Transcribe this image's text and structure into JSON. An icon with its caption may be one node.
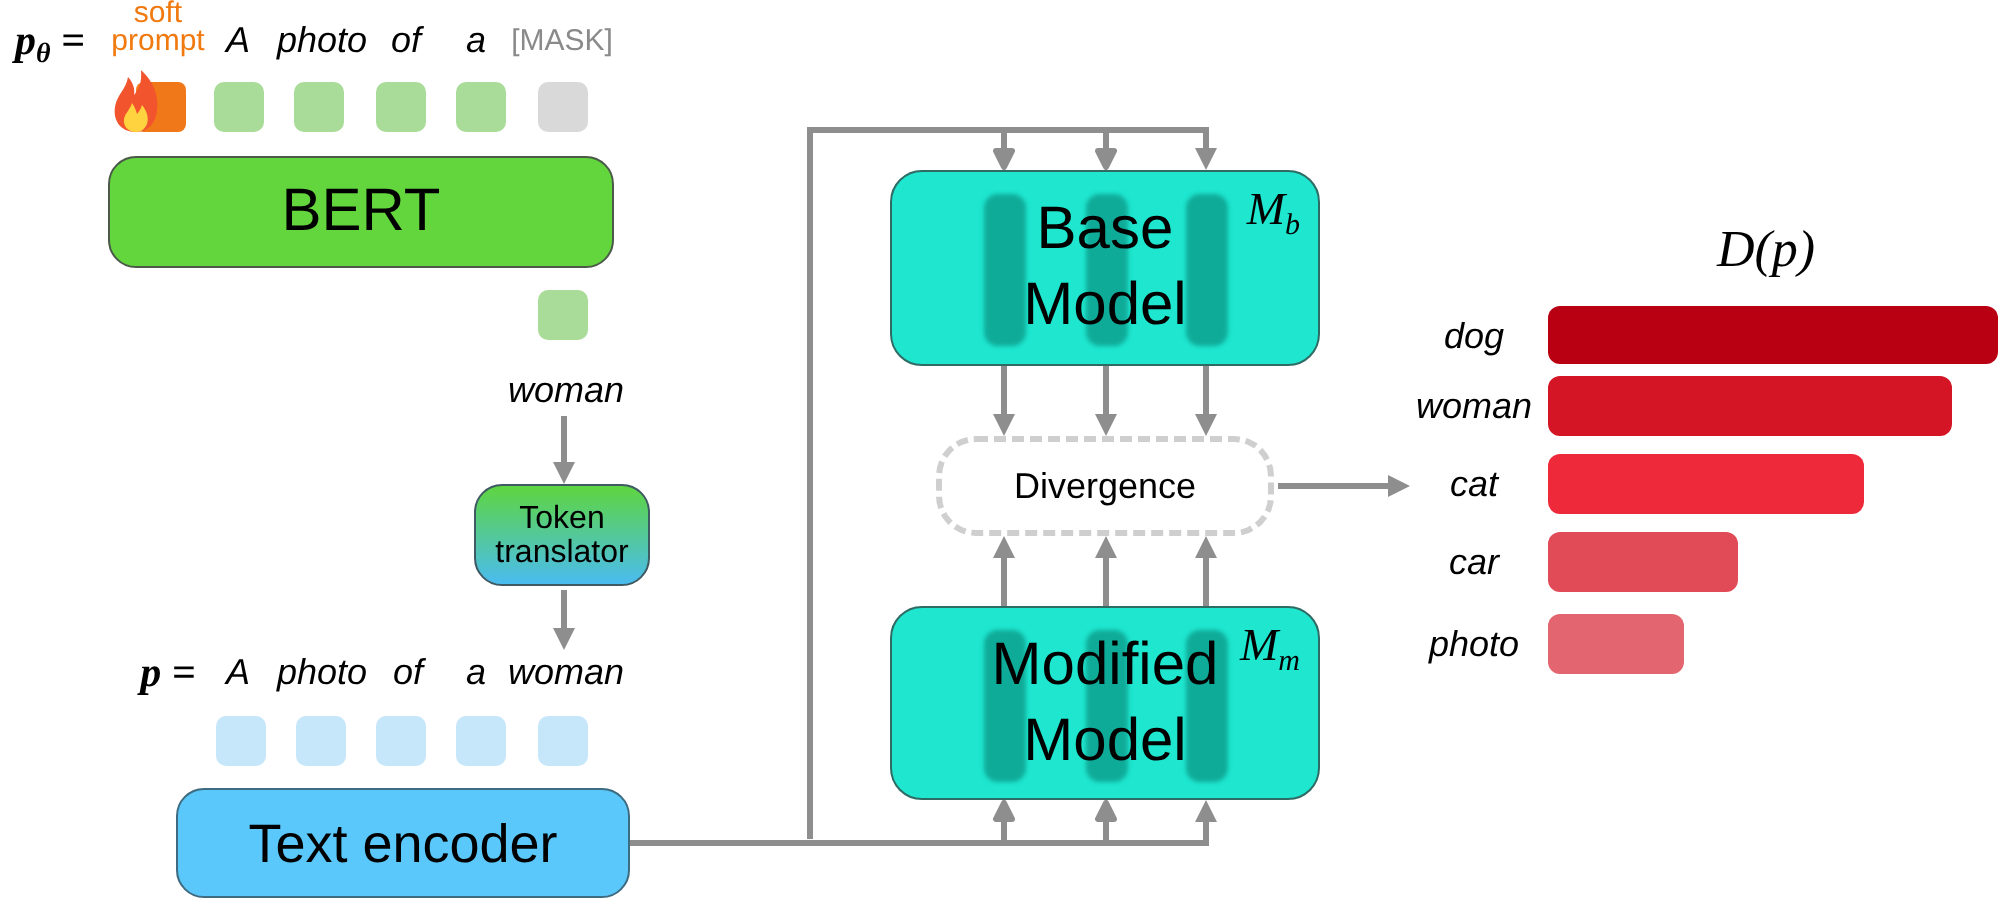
{
  "diagram": {
    "nodes": [
      {
        "text": [
          "BERT"
        ]
      },
      {
        "text": [
          "woman"
        ]
      },
      {
        "text": [
          "Token translator"
        ]
      },
      {
        "text": [
          "woman"
        ]
      },
      {
        "text": [
          "Text encoder"
        ]
      },
      {
        "text": [
          "Base Model",
          "M$_{b}$"
        ]
      },
      {
        "text": [
          "Divergence"
        ]
      },
      {
        "text": [
          "Modified Model",
          "M$_{m}$"
        ]
      }
    ],
    "edges": [
      {
        "from": 1,
        "to": 2,
        "arrow": "to"
      },
      {
        "from": 2,
        "to": 3,
        "arrow": "to"
      },
      {
        "from": 4,
        "to": 5,
        "arrow": "to"
      },
      {
        "from": 4,
        "to": 7,
        "arrow": "to"
      },
      {
        "from": 5,
        "to": 6,
        "arrow": "to"
      },
      {
        "from": 5,
        "to": 6,
        "arrow": "to"
      },
      {
        "from": 5,
        "to": 6,
        "arrow": "to"
      },
      {
        "from": 7,
        "to": 6,
        "arrow": "to"
      },
      {
        "from": 7,
        "to": 6,
        "arrow": "to"
      },
      {
        "from": 7,
        "to": 6,
        "arrow": "to"
      },
      {
        "from": 6,
        "to": null,
        "arrow": "to"
      }
    ],
    "labels": [
      "p$_{θ}$ =",
      "soft prompt",
      "A",
      "photo",
      "of",
      "a",
      "[MASK]",
      "p =",
      "A",
      "photo",
      "of",
      "a",
      "D(p)",
      "dog",
      "woman",
      "cat",
      "car",
      "photo"
    ]
  }
}
